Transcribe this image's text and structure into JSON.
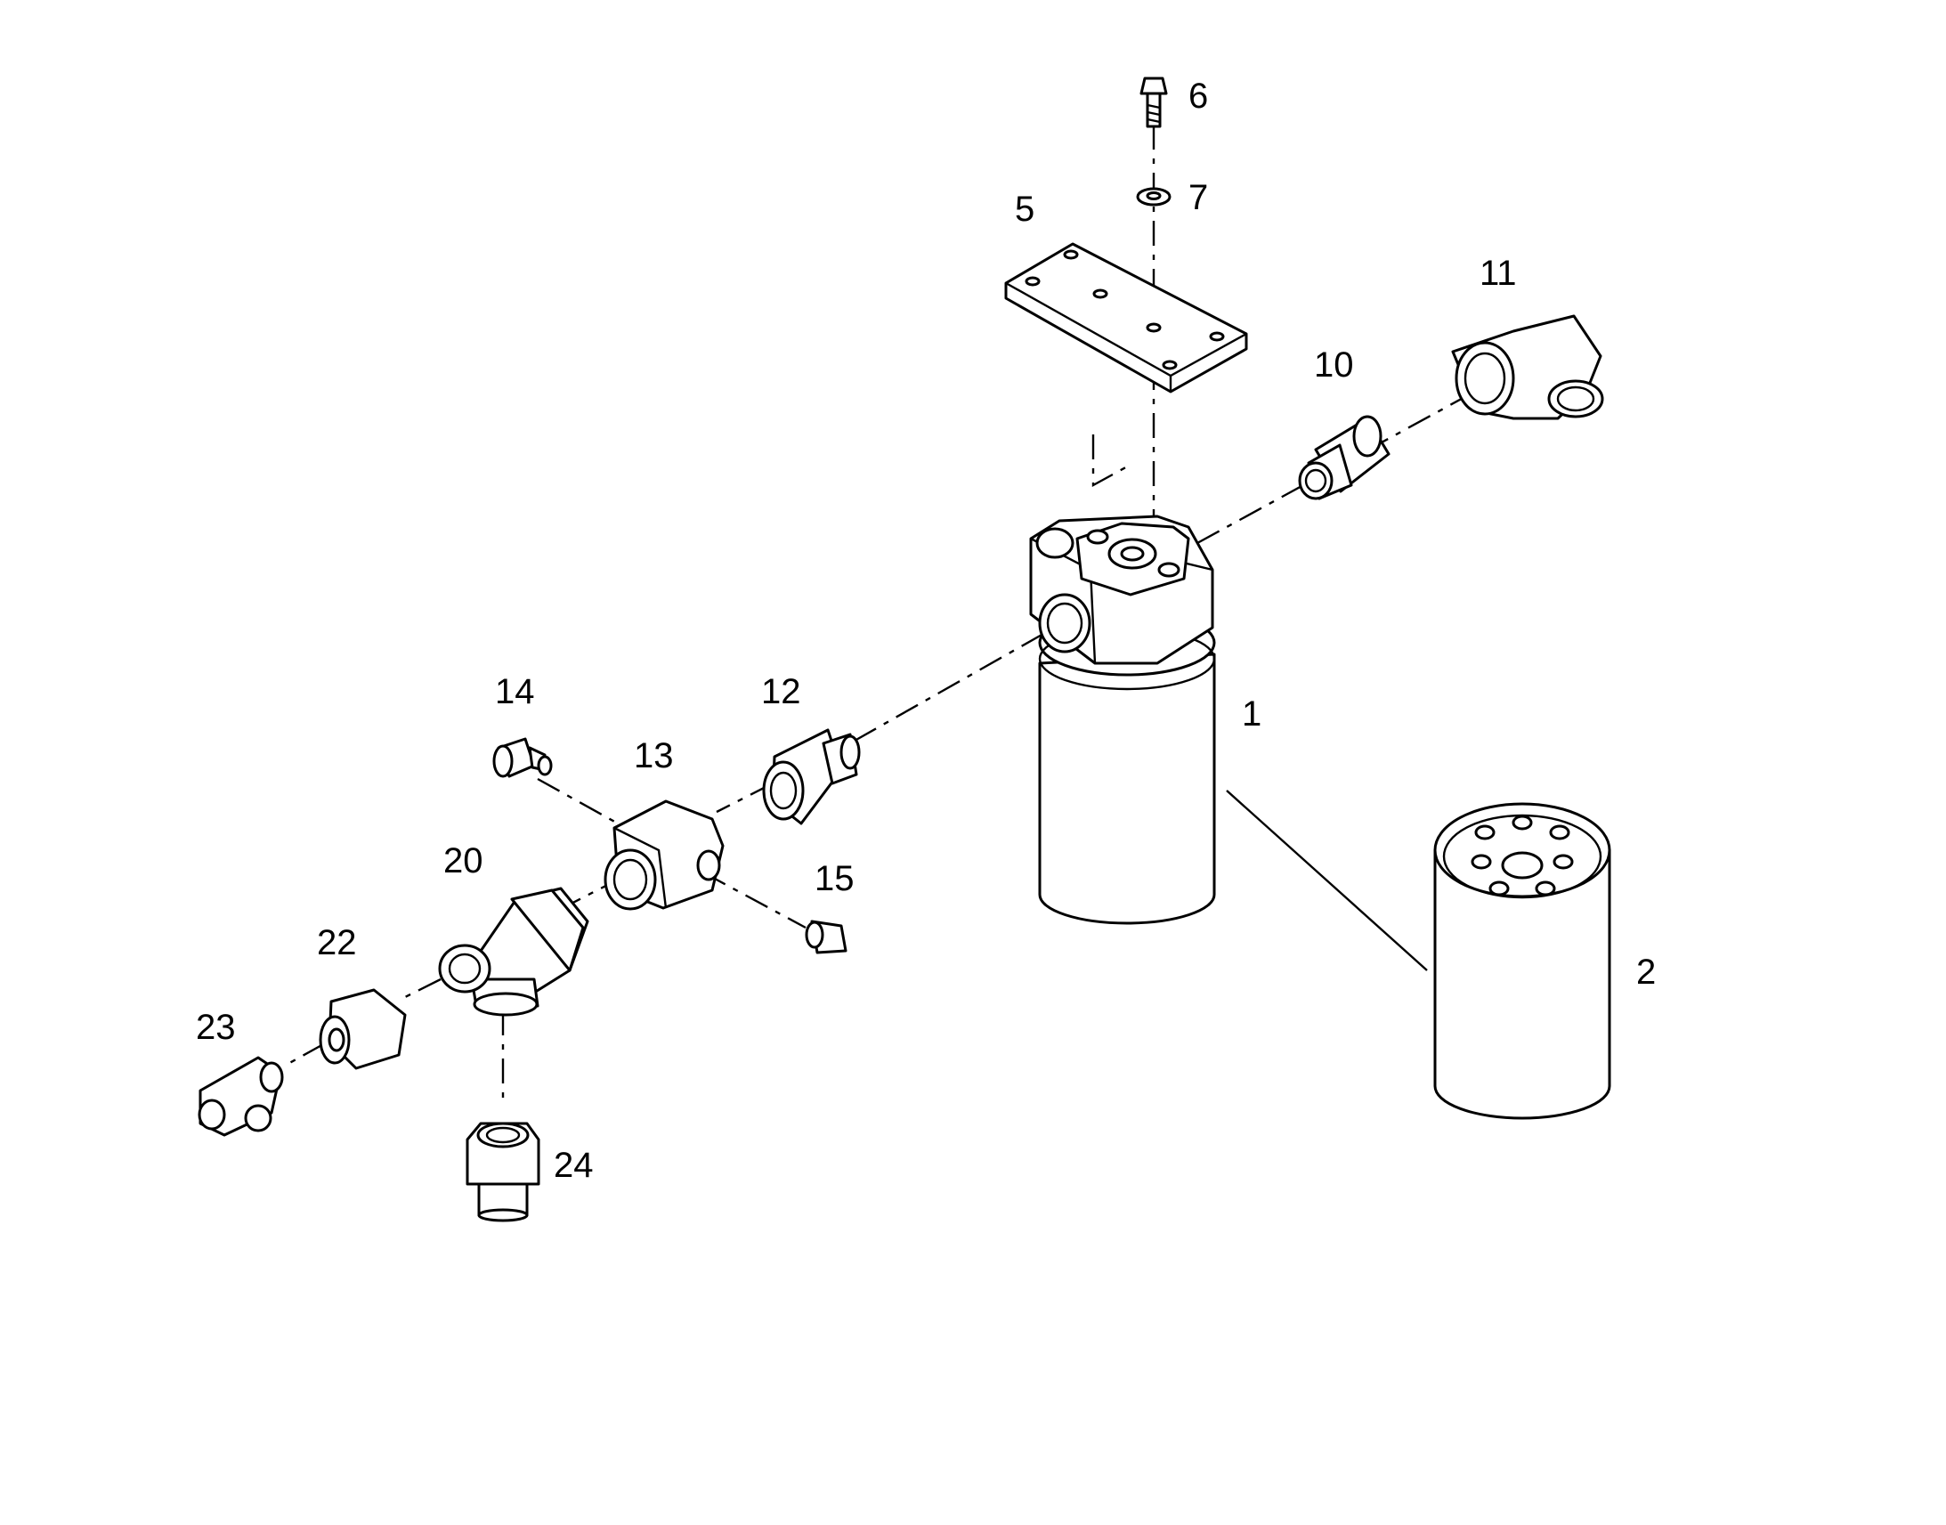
{
  "diagram": {
    "callouts": [
      {
        "id": "1",
        "label": "1"
      },
      {
        "id": "2",
        "label": "2"
      },
      {
        "id": "5",
        "label": "5"
      },
      {
        "id": "6",
        "label": "6"
      },
      {
        "id": "7",
        "label": "7"
      },
      {
        "id": "10",
        "label": "10"
      },
      {
        "id": "11",
        "label": "11"
      },
      {
        "id": "12",
        "label": "12"
      },
      {
        "id": "13",
        "label": "13"
      },
      {
        "id": "14",
        "label": "14"
      },
      {
        "id": "15",
        "label": "15"
      },
      {
        "id": "20",
        "label": "20"
      },
      {
        "id": "22",
        "label": "22"
      },
      {
        "id": "23",
        "label": "23"
      },
      {
        "id": "24",
        "label": "24"
      }
    ]
  }
}
